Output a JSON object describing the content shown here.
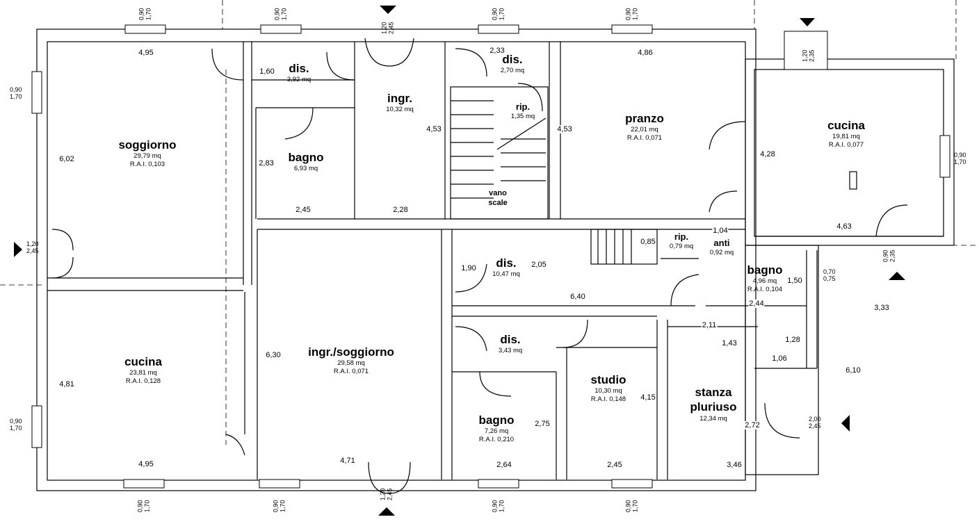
{
  "rooms": {
    "soggiorno": {
      "name": "soggiorno",
      "area": "29,79 mq",
      "rai": "R.A.I. 0,103"
    },
    "dis1": {
      "name": "dis.",
      "area": "3,92 mq"
    },
    "bagno1": {
      "name": "bagno",
      "area": "6,93 mq"
    },
    "ingr": {
      "name": "ingr.",
      "area": "10,32 mq"
    },
    "dis2": {
      "name": "dis.",
      "area": "2,70 mq"
    },
    "rip1": {
      "name": "rip.",
      "area": "1,35 mq"
    },
    "vano_scale": {
      "name_line1": "vano",
      "name_line2": "scale"
    },
    "pranzo": {
      "name": "pranzo",
      "area": "22,01 mq",
      "rai": "R.A.I. 0,071"
    },
    "cucina1": {
      "name": "cucina",
      "area": "19,81 mq",
      "rai": "R.A.I. 0,077"
    },
    "cucina2": {
      "name": "cucina",
      "area": "23,81 mq",
      "rai": "R.A.I. 0,128"
    },
    "ingr_soggiorno": {
      "name": "ingr./soggiorno",
      "area": "29,58 mq",
      "rai": "R.A.I. 0,071"
    },
    "dis3": {
      "name": "dis.",
      "area": "10,47 mq"
    },
    "rip2": {
      "name": "rip.",
      "area": "0,79 mq"
    },
    "anti": {
      "name": "anti",
      "area": "0,92 mq"
    },
    "bagno2": {
      "name": "bagno",
      "area": "4,96 mq",
      "rai": "R.A.I. 0,104"
    },
    "dis4": {
      "name": "dis.",
      "area": "3,43 mq"
    },
    "bagno3": {
      "name": "bagno",
      "area": "7,26 mq",
      "rai": "R.A.I. 0,210"
    },
    "studio": {
      "name": "studio",
      "area": "10,30 mq",
      "rai": "R.A.I. 0,148"
    },
    "stanza": {
      "name_line1": "stanza",
      "name_line2": "pluriuso",
      "area": "12,34 mq"
    }
  },
  "dimensions": {
    "d1": "4,95",
    "d2": "1,60",
    "d3": "2,33",
    "d4": "4,86",
    "d5": "6,02",
    "d6": "2,83",
    "d7": "4,53",
    "d8": "4,53",
    "d9": "4,28",
    "d10": "2,45",
    "d11": "2,28",
    "d12": "4,63",
    "d13": "1,04",
    "d14": "0,85",
    "d15": "1,90",
    "d16": "2,05",
    "d17": "6,40",
    "d18": "1,50",
    "d19": "2,44",
    "d20": "3,33",
    "d21": "2,11",
    "d22": "1,43",
    "d23": "1,28",
    "d24": "1,06",
    "d25": "6,30",
    "d26": "4,81",
    "d27": "4,15",
    "d28": "2,75",
    "d29": "2,72",
    "d30": "6,10",
    "d31": "4,95",
    "d32": "4,71",
    "d33": "2,64",
    "d34": "2,45",
    "d35": "3,46"
  },
  "windows": {
    "w_top1": [
      "0,90",
      "1,70"
    ],
    "w_top2": [
      "0,90",
      "1,70"
    ],
    "w_top3": [
      "1,20",
      "2,45"
    ],
    "w_top4": [
      "0,90",
      "1,70"
    ],
    "w_top5": [
      "0,90",
      "1,70"
    ],
    "w_top6": [
      "1,20",
      "2,35"
    ],
    "w_left1": [
      "0,90",
      "1,70"
    ],
    "w_left2": [
      "1,20",
      "2,45"
    ],
    "w_left3": [
      "0,90",
      "1,70"
    ],
    "w_right1": [
      "0,90",
      "1,70"
    ],
    "w_right2": [
      "0,90",
      "2,35"
    ],
    "w_right3": [
      "0,70",
      "0,75"
    ],
    "w_right4": [
      "2,00",
      "2,45"
    ],
    "w_bot1": [
      "0,90",
      "1,70"
    ],
    "w_bot2": [
      "0,90",
      "1,70"
    ],
    "w_bot3": [
      "1,20",
      "2,45"
    ],
    "w_bot4": [
      "0,90",
      "1,70"
    ],
    "w_bot5": [
      "0,90",
      "1,70"
    ]
  }
}
